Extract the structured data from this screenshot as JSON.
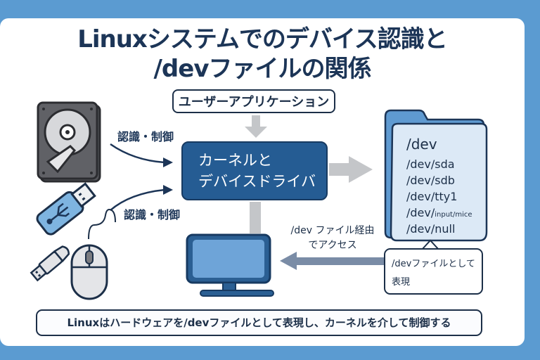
{
  "title": {
    "line1": "Linuxシステムでのデバイス認識と",
    "line2": "/devファイルの関係"
  },
  "user_app": {
    "label": "ユーザーアプリケーション"
  },
  "kernel": {
    "line1": "カーネルと",
    "line2": "デバイスドライバ"
  },
  "labels": {
    "recognize_control_top": "認識・制御",
    "recognize_control_bottom": "認識・制御",
    "access_line1": "/dev ファイル経由",
    "access_line2": "でアクセス"
  },
  "dev_folder": {
    "title": "/dev",
    "items": [
      "/dev/sda",
      "/dev/sdb",
      "/dev/tty1"
    ],
    "input_prefix": "/dev/",
    "input_suffix": "input/mice",
    "last_item": "/dev/null"
  },
  "callout": {
    "line1": "/devファイルとして",
    "line2": "表現"
  },
  "summary": {
    "text": "Linuxはハードウェアを/devファイルとして表現し、カーネルを介して制御する"
  },
  "devices": [
    "hard-disk-icon",
    "usb-drive-icon",
    "usb-plug-icon",
    "mouse-icon",
    "monitor-icon",
    "folder-icon"
  ],
  "colors": {
    "background": "#5b9bd1",
    "navy": "#1c3557",
    "kernel": "#255c93",
    "arrow_gray": "#c4c6c9",
    "folder": "#dce9f6"
  }
}
